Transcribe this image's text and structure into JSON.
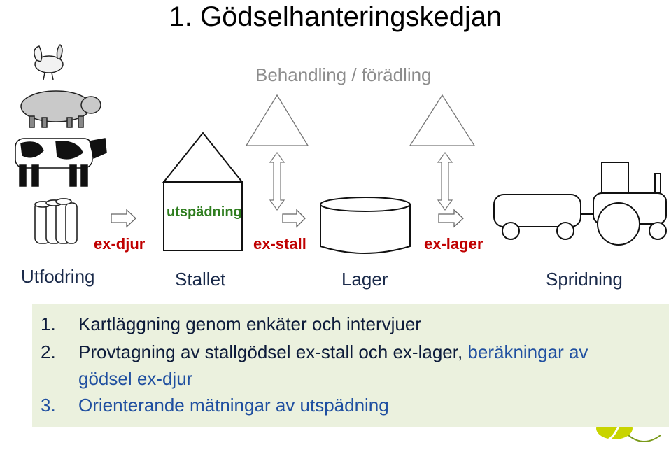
{
  "title": "1. Gödselhanteringskedjan",
  "treatment_label": "Behandling / förädling",
  "dilution_label": "utspädning",
  "flow_labels": {
    "ex_djur": "ex-djur",
    "ex_stall": "ex-stall",
    "ex_lager": "ex-lager"
  },
  "stages": {
    "feeding": "Utfodring",
    "barn": "Stallet",
    "storage": "Lager",
    "spreading": "Spridning"
  },
  "list": [
    {
      "num": "1.",
      "text": "Kartläggning genom enkäter och intervjuer"
    },
    {
      "num": "2.",
      "text_main": "Provtagning av stallgödsel ex-stall och ex-lager,",
      "text_blue": " beräkningar av",
      "text_cont": "gödsel ex-djur"
    },
    {
      "num": "3.",
      "text": "Orienterande mätningar av utspädning"
    }
  ],
  "colors": {
    "green": "#2e7d1e",
    "red": "#c00000",
    "blue": "#1f4fa0",
    "box": "#ebf1de",
    "gray": "#8c8c8c"
  },
  "icons": [
    "chicken-icon",
    "pig-icon",
    "cow-icon",
    "feed-silo-icon",
    "barn-icon",
    "storage-tank-icon",
    "tractor-trailer-icon",
    "jti-logo"
  ]
}
